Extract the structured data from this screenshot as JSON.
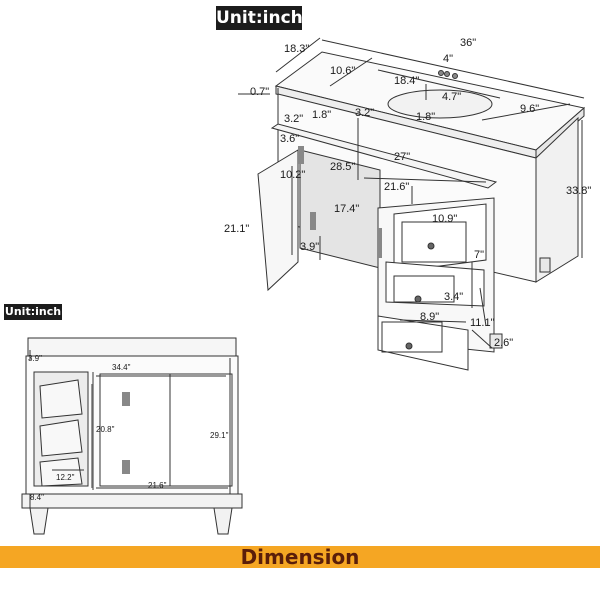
{
  "unit_labels": {
    "top": "Unit:inch",
    "bottom": "Unit:inch"
  },
  "footer": {
    "title": "Dimension",
    "bar_color": "#f5a623",
    "title_color": "#5a1e0a"
  },
  "top_view": {
    "d_36": "36\"",
    "d_18_3": "18.3\"",
    "d_10_6": "10.6\"",
    "d_4": "4\"",
    "d_18_4": "18.4\"",
    "d_4_7": "4.7\"",
    "d_0_7": "0.7\"",
    "d_9_6": "9.6\"",
    "d_3_2a": "3.2\"",
    "d_1_8a": "1.8\"",
    "d_3_2b": "3.2\"",
    "d_1_8b": "1.8\"",
    "d_3_6": "3.6\"",
    "d_28_5": "28.5\"",
    "d_27": "27\"",
    "d_10_2": "10.2\"",
    "d_21_6": "21.6\"",
    "d_33_8": "33.8\"",
    "d_17_4": "17.4\"",
    "d_10_9": "10.9\"",
    "d_21_1": "21.1\"",
    "d_3_9": "3.9\"",
    "d_7": "7\"",
    "d_3_4": "3.4\"",
    "d_8_9": "8.9\"",
    "d_11_1": "11.1\"",
    "d_2_6": "2.6\""
  },
  "front_view": {
    "d_3_9": "3.9\"",
    "d_34_4": "34.4\"",
    "d_20_8": "20.8\"",
    "d_29_1": "29.1\"",
    "d_12_2": "12.2\"",
    "d_21_6": "21.6\"",
    "d_8_4": "8.4\""
  }
}
